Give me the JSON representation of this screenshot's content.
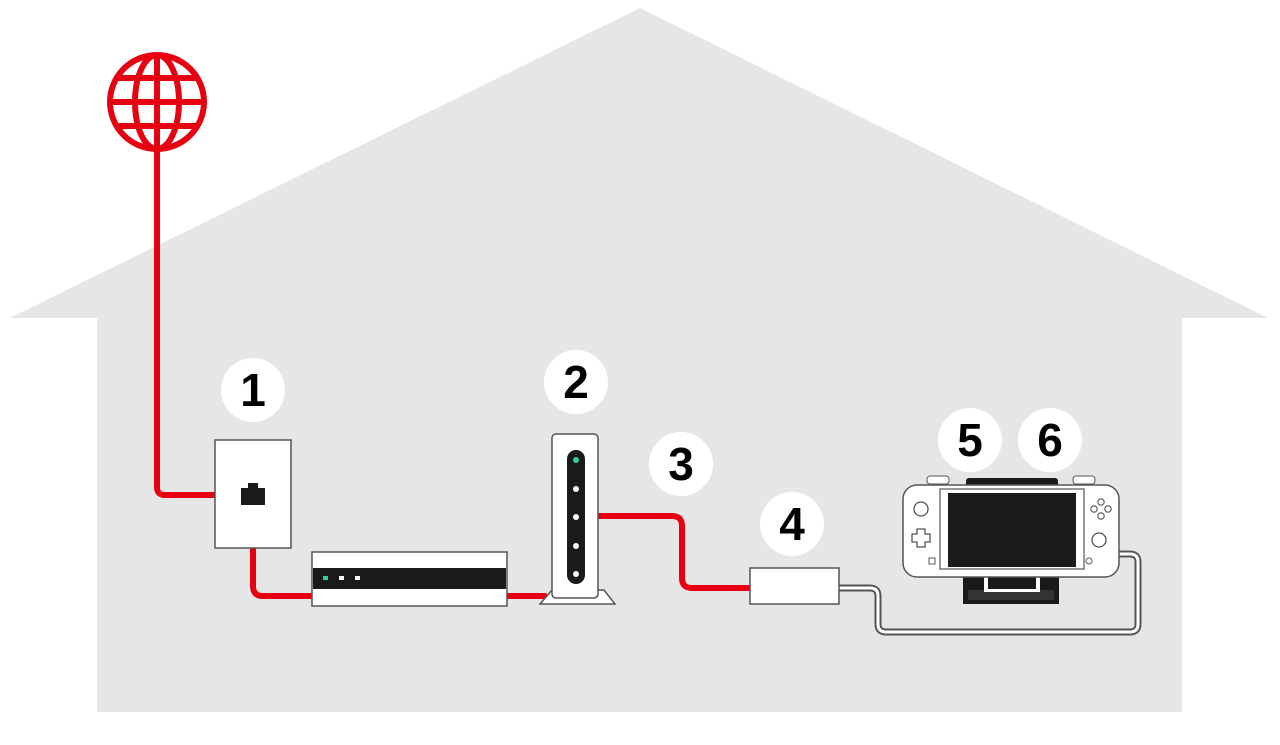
{
  "colors": {
    "house": "#e6e6e6",
    "cable": "#e60012",
    "outline": "#555555",
    "device_fill": "#ffffff",
    "dark": "#1a1a1a",
    "led": "#2ecfa0",
    "badge_fill": "#ffffff",
    "badge_text": "#000000"
  },
  "icons": {
    "internet": "globe-icon",
    "wall_jack": "wall-outlet-icon",
    "modem": "modem-icon",
    "router": "router-icon",
    "adapter": "lan-adapter-icon",
    "console": "game-console-icon",
    "dock": "console-dock-icon"
  },
  "labels": {
    "step1": "1",
    "step2": "2",
    "step3": "3",
    "step4": "4",
    "step5": "5",
    "step6": "6"
  }
}
